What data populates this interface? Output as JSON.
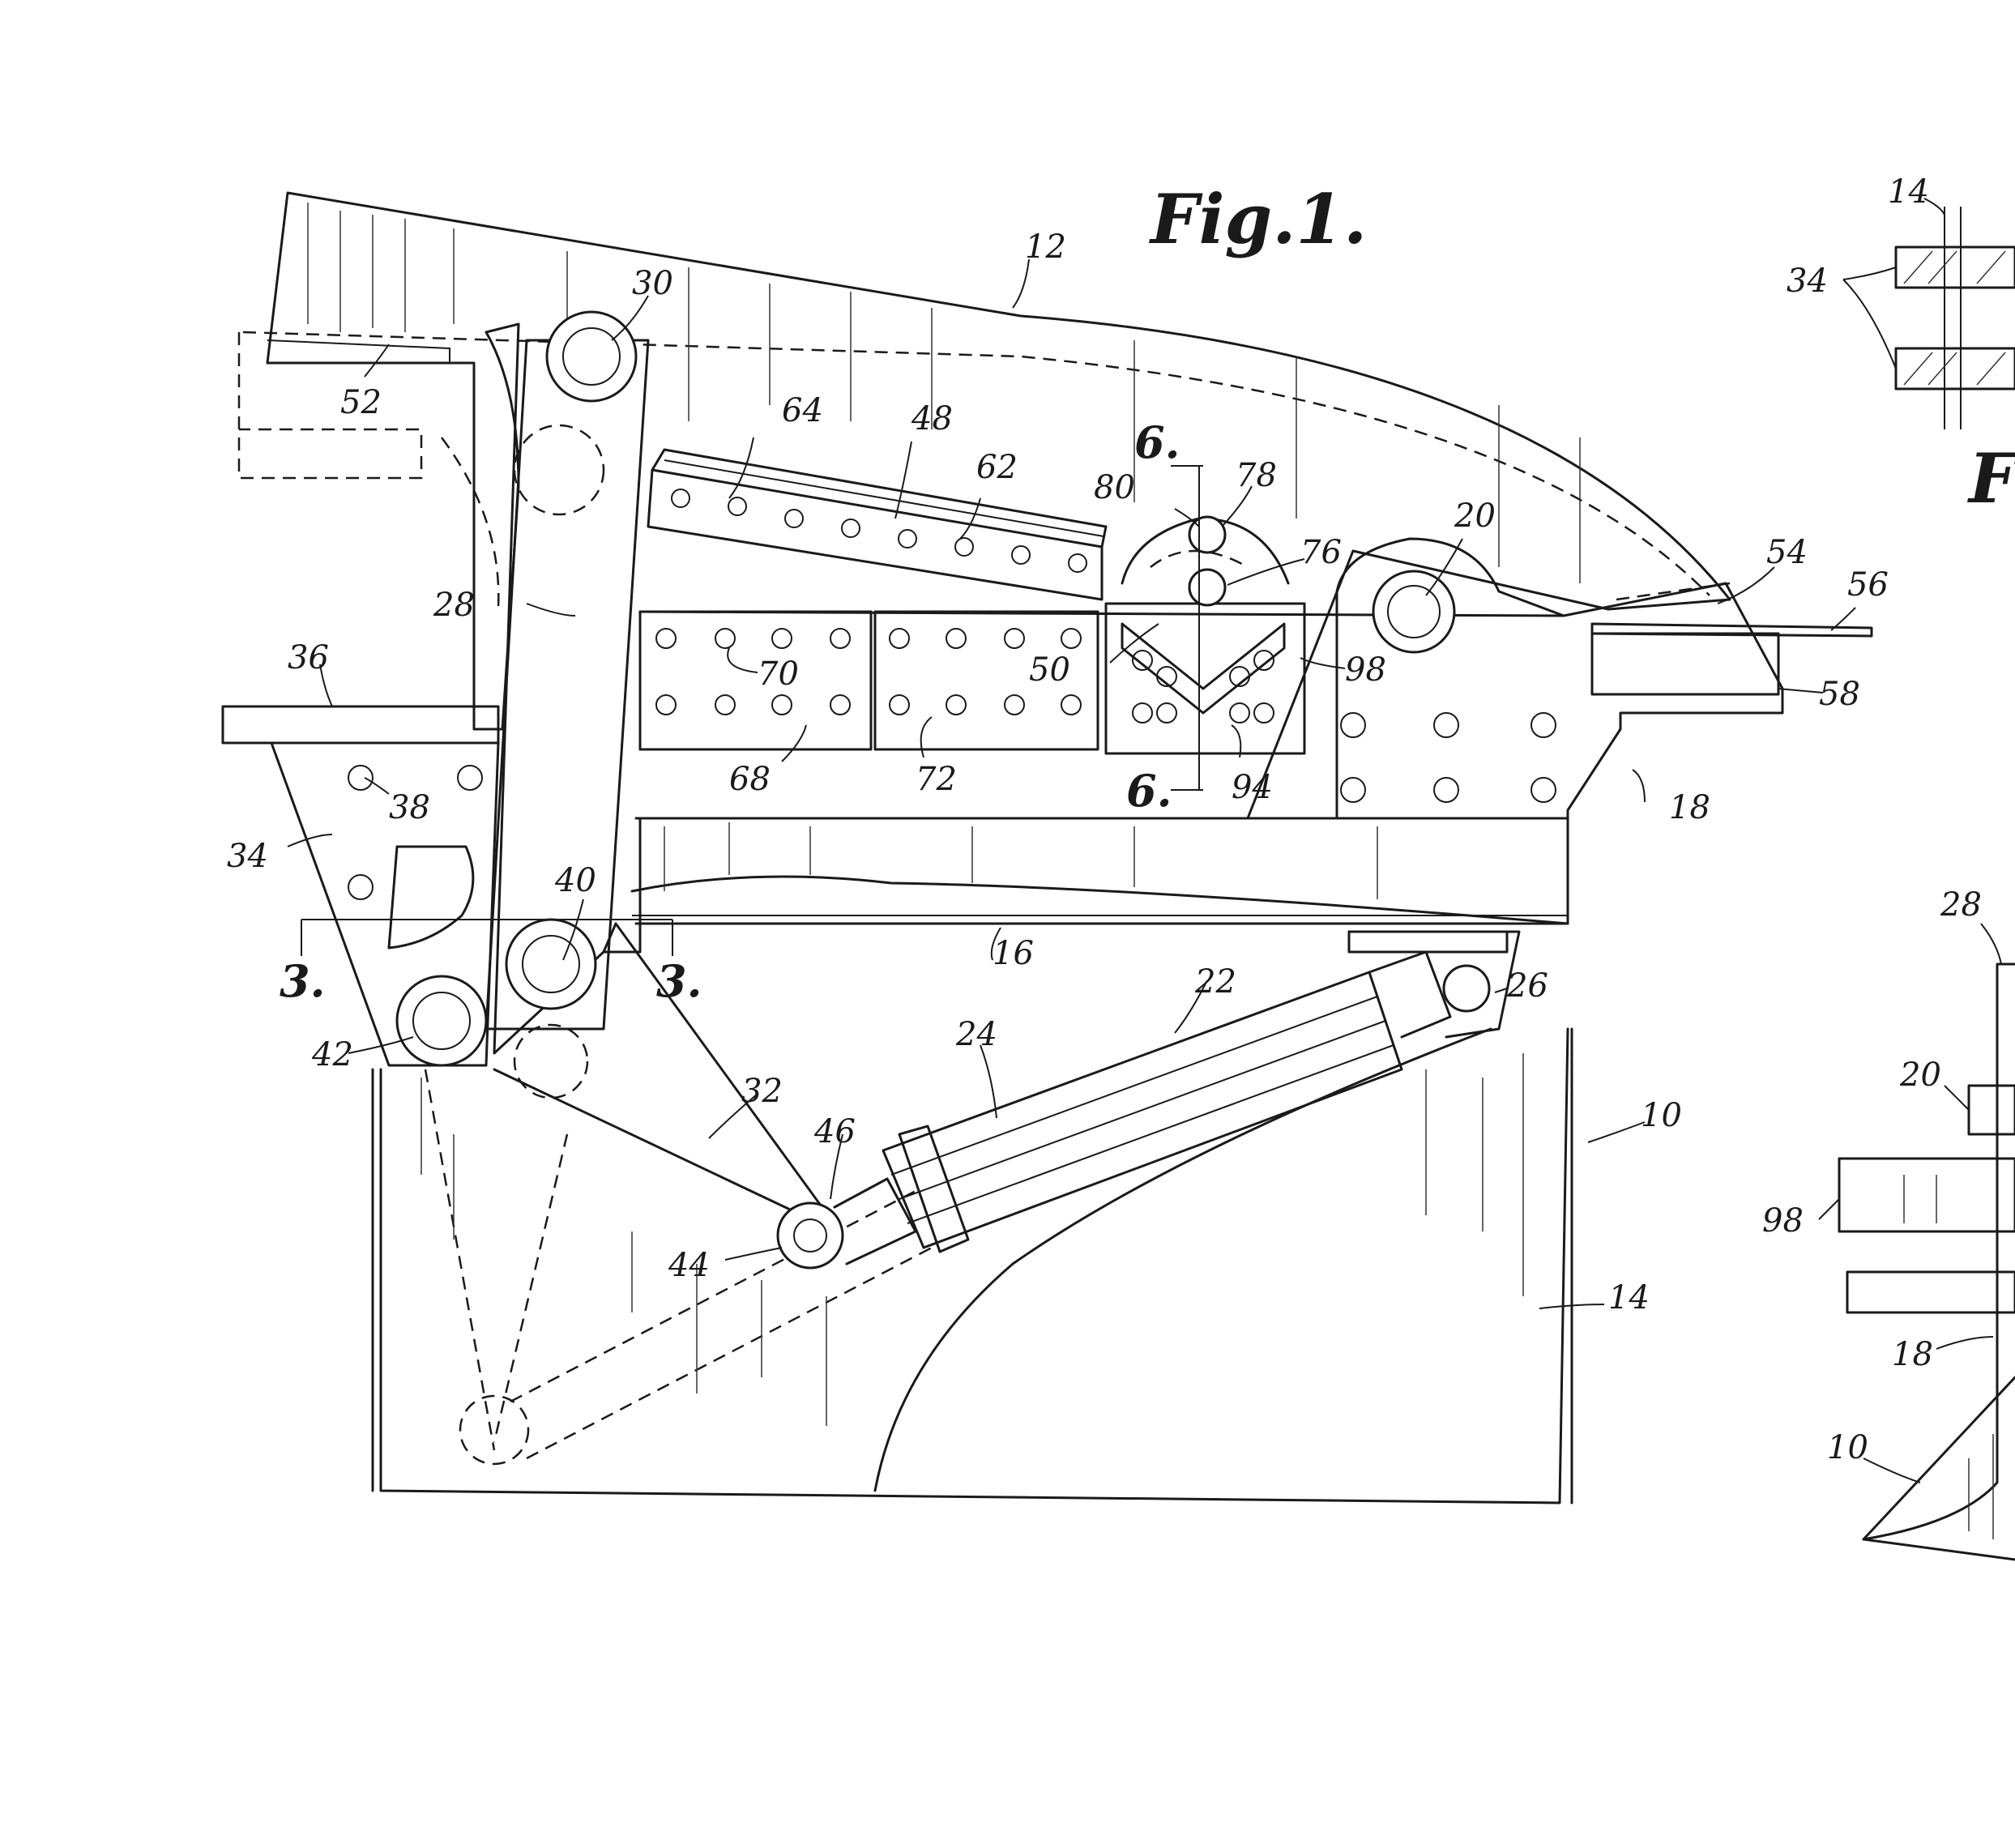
{
  "figure": {
    "title": "Fig.1."
  },
  "partial_title": "F",
  "labels": {
    "l10": "10",
    "l12": "12",
    "l14": "14",
    "l16": "16",
    "l18": "18",
    "l20": "20",
    "l22": "22",
    "l24": "24",
    "l26": "26",
    "l28": "28",
    "l30": "30",
    "l32": "32",
    "l34": "34",
    "l36": "36",
    "l38": "38",
    "l40": "40",
    "l42": "42",
    "l44": "44",
    "l46": "46",
    "l48": "48",
    "l50": "50",
    "l52": "52",
    "l54": "54",
    "l56": "56",
    "l58": "58",
    "l62": "62",
    "l64": "64",
    "l68": "68",
    "l70": "70",
    "l72": "72",
    "l76": "76",
    "l78": "78",
    "l80": "80",
    "l94": "94",
    "l98": "98"
  },
  "section_marks": {
    "s3": "3.",
    "s6": "6."
  },
  "side_labels": {
    "l14": "14",
    "l34": "34",
    "l28": "28",
    "l20": "20",
    "l98": "98",
    "l18": "18",
    "l10": "10"
  }
}
